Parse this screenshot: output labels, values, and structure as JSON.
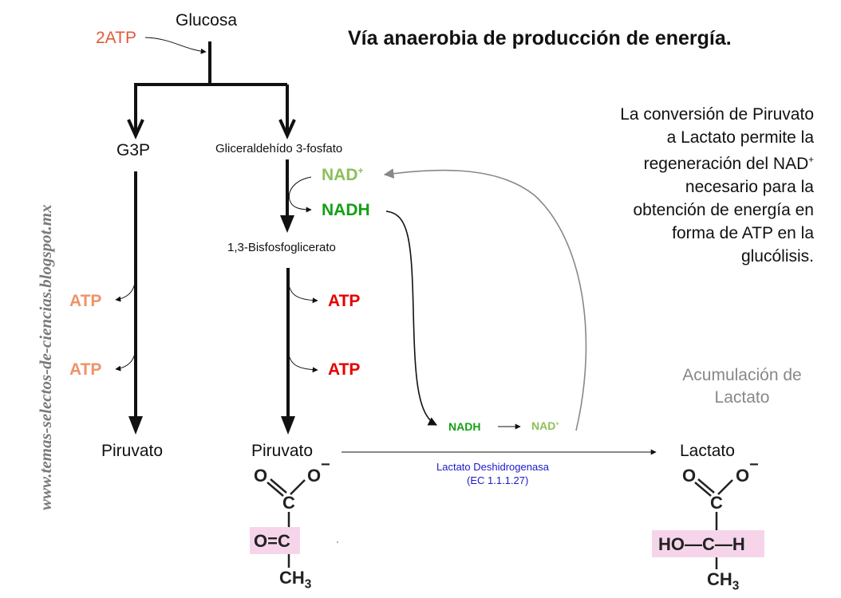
{
  "title": "Vía anaerobia de producción de energía.",
  "watermark": "www.temas-selectos-de-ciencias.blogspot.mx",
  "nodes": {
    "glucosa": "Glucosa",
    "atp_input": "2ATP",
    "g3p": "G3P",
    "gliceraldehido": "Gliceraldehído 3-fosfato",
    "bisfosfoglicerato": "1,3-Bisfosfoglicerato",
    "piruvato_left": "Piruvato",
    "piruvato_center": "Piruvato",
    "lactato": "Lactato"
  },
  "atp_outputs": {
    "left_1": "ATP",
    "left_2": "ATP",
    "center_1": "ATP",
    "center_2": "ATP"
  },
  "cofactors": {
    "nad_top": "NAD",
    "nad_sup": "+",
    "nadh_top": "NADH",
    "nadh_bottom": "NADH",
    "nad_bottom": "NAD",
    "nad_bottom_sup": "+"
  },
  "enzyme": {
    "name": "Lactato Deshidrogenasa",
    "ec": "(EC 1.1.1.27)"
  },
  "note": {
    "line1": "La conversión de Piruvato",
    "line2": "a Lactato permite la",
    "line3a": "regeneración del NAD",
    "line3sup": "+",
    "line4": "necesario para la",
    "line5": "obtención de energía en",
    "line6": "forma de ATP en la",
    "line7": "glucólisis."
  },
  "accumulation": {
    "line1": "Acumulación de",
    "line2": "Lactato"
  },
  "piruvato_structure": {
    "o_top": "O",
    "o_minus": "O",
    "charge": "−",
    "c1": "C",
    "ketone": "O=C",
    "ch": "CH",
    "sub3": "3"
  },
  "lactato_structure": {
    "o_top": "O",
    "o_minus": "O",
    "charge": "−",
    "c1": "C",
    "hydroxyl": "HO—C—H",
    "ch": "CH",
    "sub3": "3"
  },
  "colors": {
    "atp_input": "#e05a3a",
    "atp_left": "#f0926a",
    "atp_center": "#e60000",
    "nad": "#8dbf5a",
    "nadh": "#14a014",
    "enzyme": "#1a1acc",
    "accumulation": "#888888",
    "highlight": "#f6d5ea"
  }
}
